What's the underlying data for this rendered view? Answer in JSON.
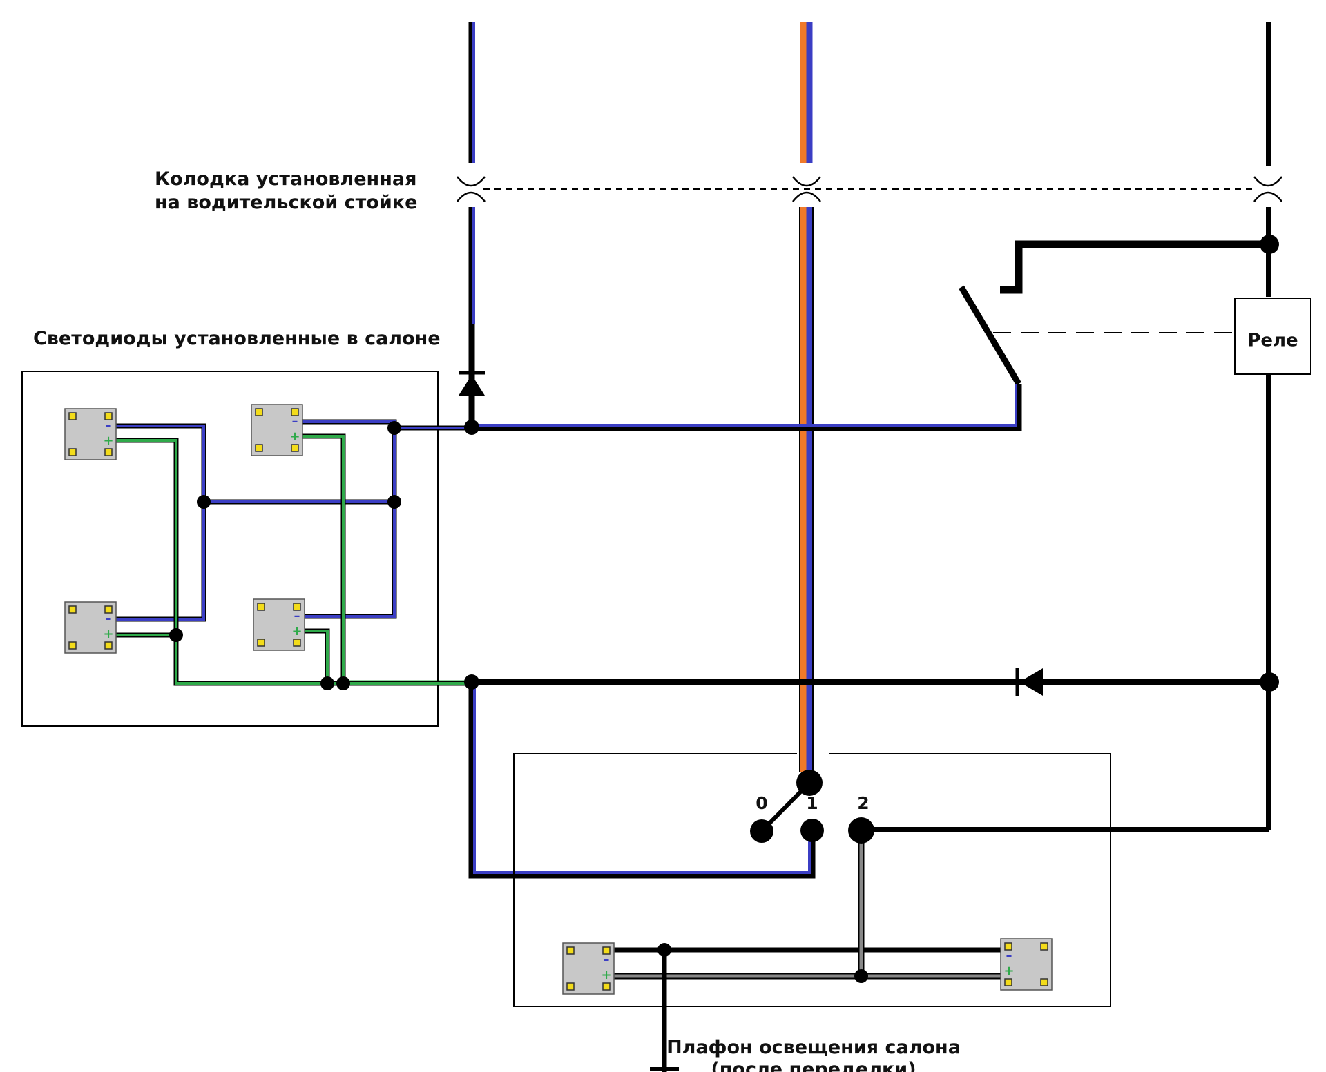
{
  "labels": {
    "connector_block": [
      "Колодка установленная",
      "на водительской стойке"
    ],
    "cabin_leds": "Светодиоды установленные в салоне",
    "ceiling_lamp": [
      "Плафон освещения салона",
      "(после переделки)"
    ],
    "relay": "Реле"
  },
  "switch_positions": [
    "0",
    "1",
    "2"
  ],
  "led_polarity": {
    "minus": "–",
    "plus": "+"
  },
  "wire_colors": {
    "black": "#000000",
    "blue": "#3b3ec4",
    "green": "#2faa4a",
    "orange": "#f07a2a",
    "gray": "#888888",
    "led_body": "#c8c8c8",
    "led_pad": "#f3dc1a"
  }
}
